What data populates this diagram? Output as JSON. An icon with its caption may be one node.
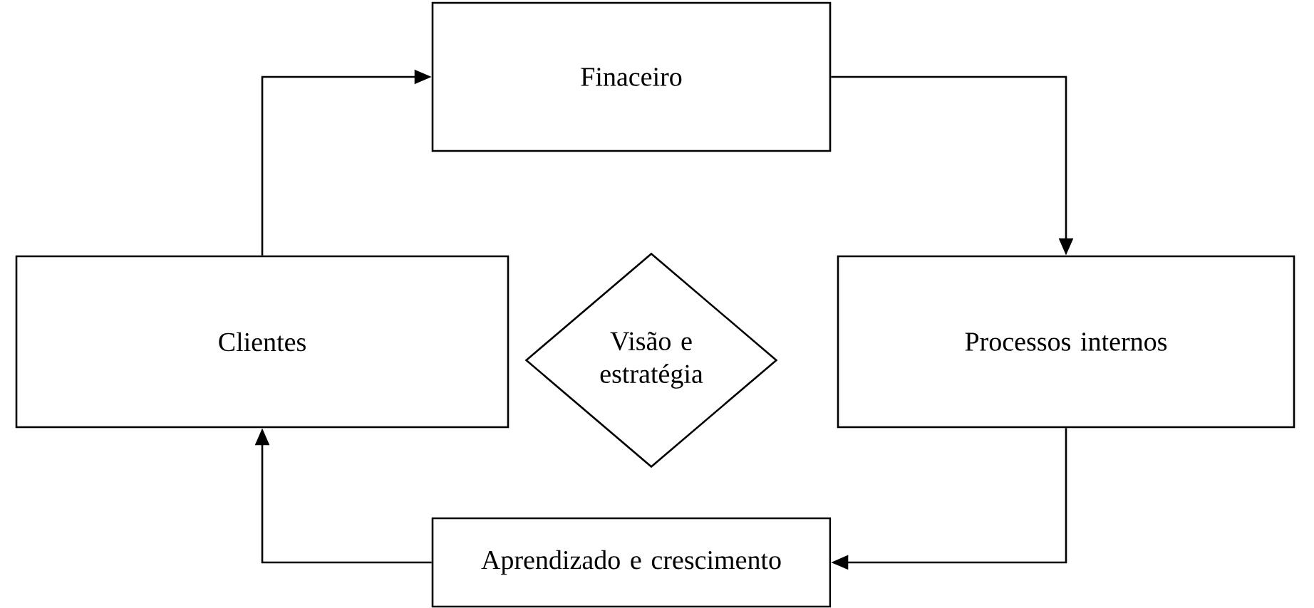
{
  "diagram": {
    "nodes": [
      {
        "text": [
          "Finaceiro"
        ]
      },
      {
        "text": [
          "Clientes"
        ]
      },
      {
        "text": [
          "Visão e estratégia"
        ]
      },
      {
        "text": [
          "Processos internos"
        ]
      },
      {
        "text": [
          "Aprendizado e crescimento"
        ]
      }
    ],
    "edges": [
      {
        "from": 1,
        "to": 0,
        "arrow": "to"
      },
      {
        "from": 0,
        "to": 3,
        "arrow": "to"
      },
      {
        "from": 3,
        "to": 4,
        "arrow": "to"
      },
      {
        "from": 4,
        "to": 1,
        "arrow": "to"
      }
    ]
  }
}
